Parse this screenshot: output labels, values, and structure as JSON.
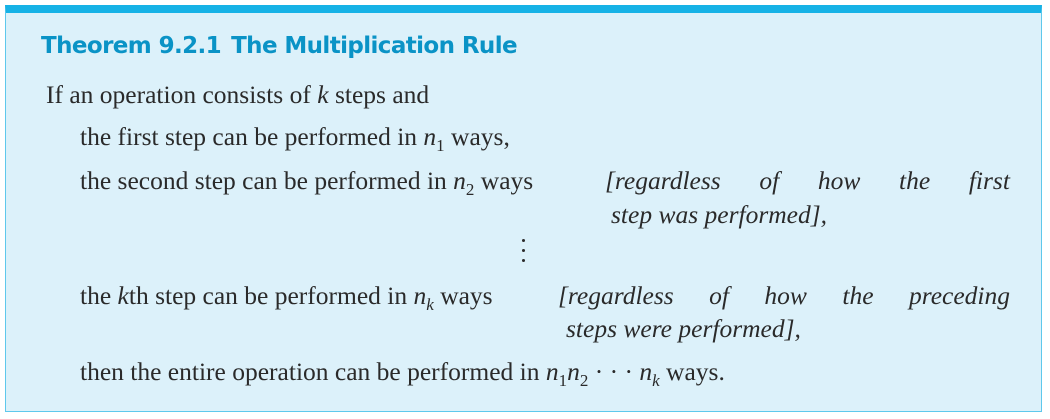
{
  "theorem": {
    "label": "Theorem 9.2.1",
    "name": "The Multiplication Rule"
  },
  "lines": {
    "intro_pre": "If an operation consists of ",
    "intro_var": "k",
    "intro_post": " steps and",
    "first_pre": "the first step can be performed in ",
    "first_var": "n",
    "first_sub": "1",
    "first_post": " ways,",
    "second_pre": "the second step can be performed in ",
    "second_var": "n",
    "second_sub": "2",
    "second_post": " ways ",
    "second_bracket_words": [
      "[regardless",
      "of",
      "how",
      "the",
      "first"
    ],
    "second_bracket_cont": "step was performed],",
    "kth_pre": "the ",
    "kth_var": "k",
    "kth_mid": "th step can be performed in ",
    "kth_n": "n",
    "kth_sub": "k",
    "kth_post": " ways ",
    "kth_bracket_words": [
      "[regardless",
      "of",
      "how",
      "the",
      "preceding"
    ],
    "kth_bracket_cont": "steps were performed],",
    "final_pre": "then the entire operation can be performed in ",
    "final_n1": "n",
    "final_s1": "1",
    "final_n2": "n",
    "final_s2": "2",
    "final_dots": " · · · ",
    "final_nk": "n",
    "final_sk": "k",
    "final_post": " ways."
  }
}
